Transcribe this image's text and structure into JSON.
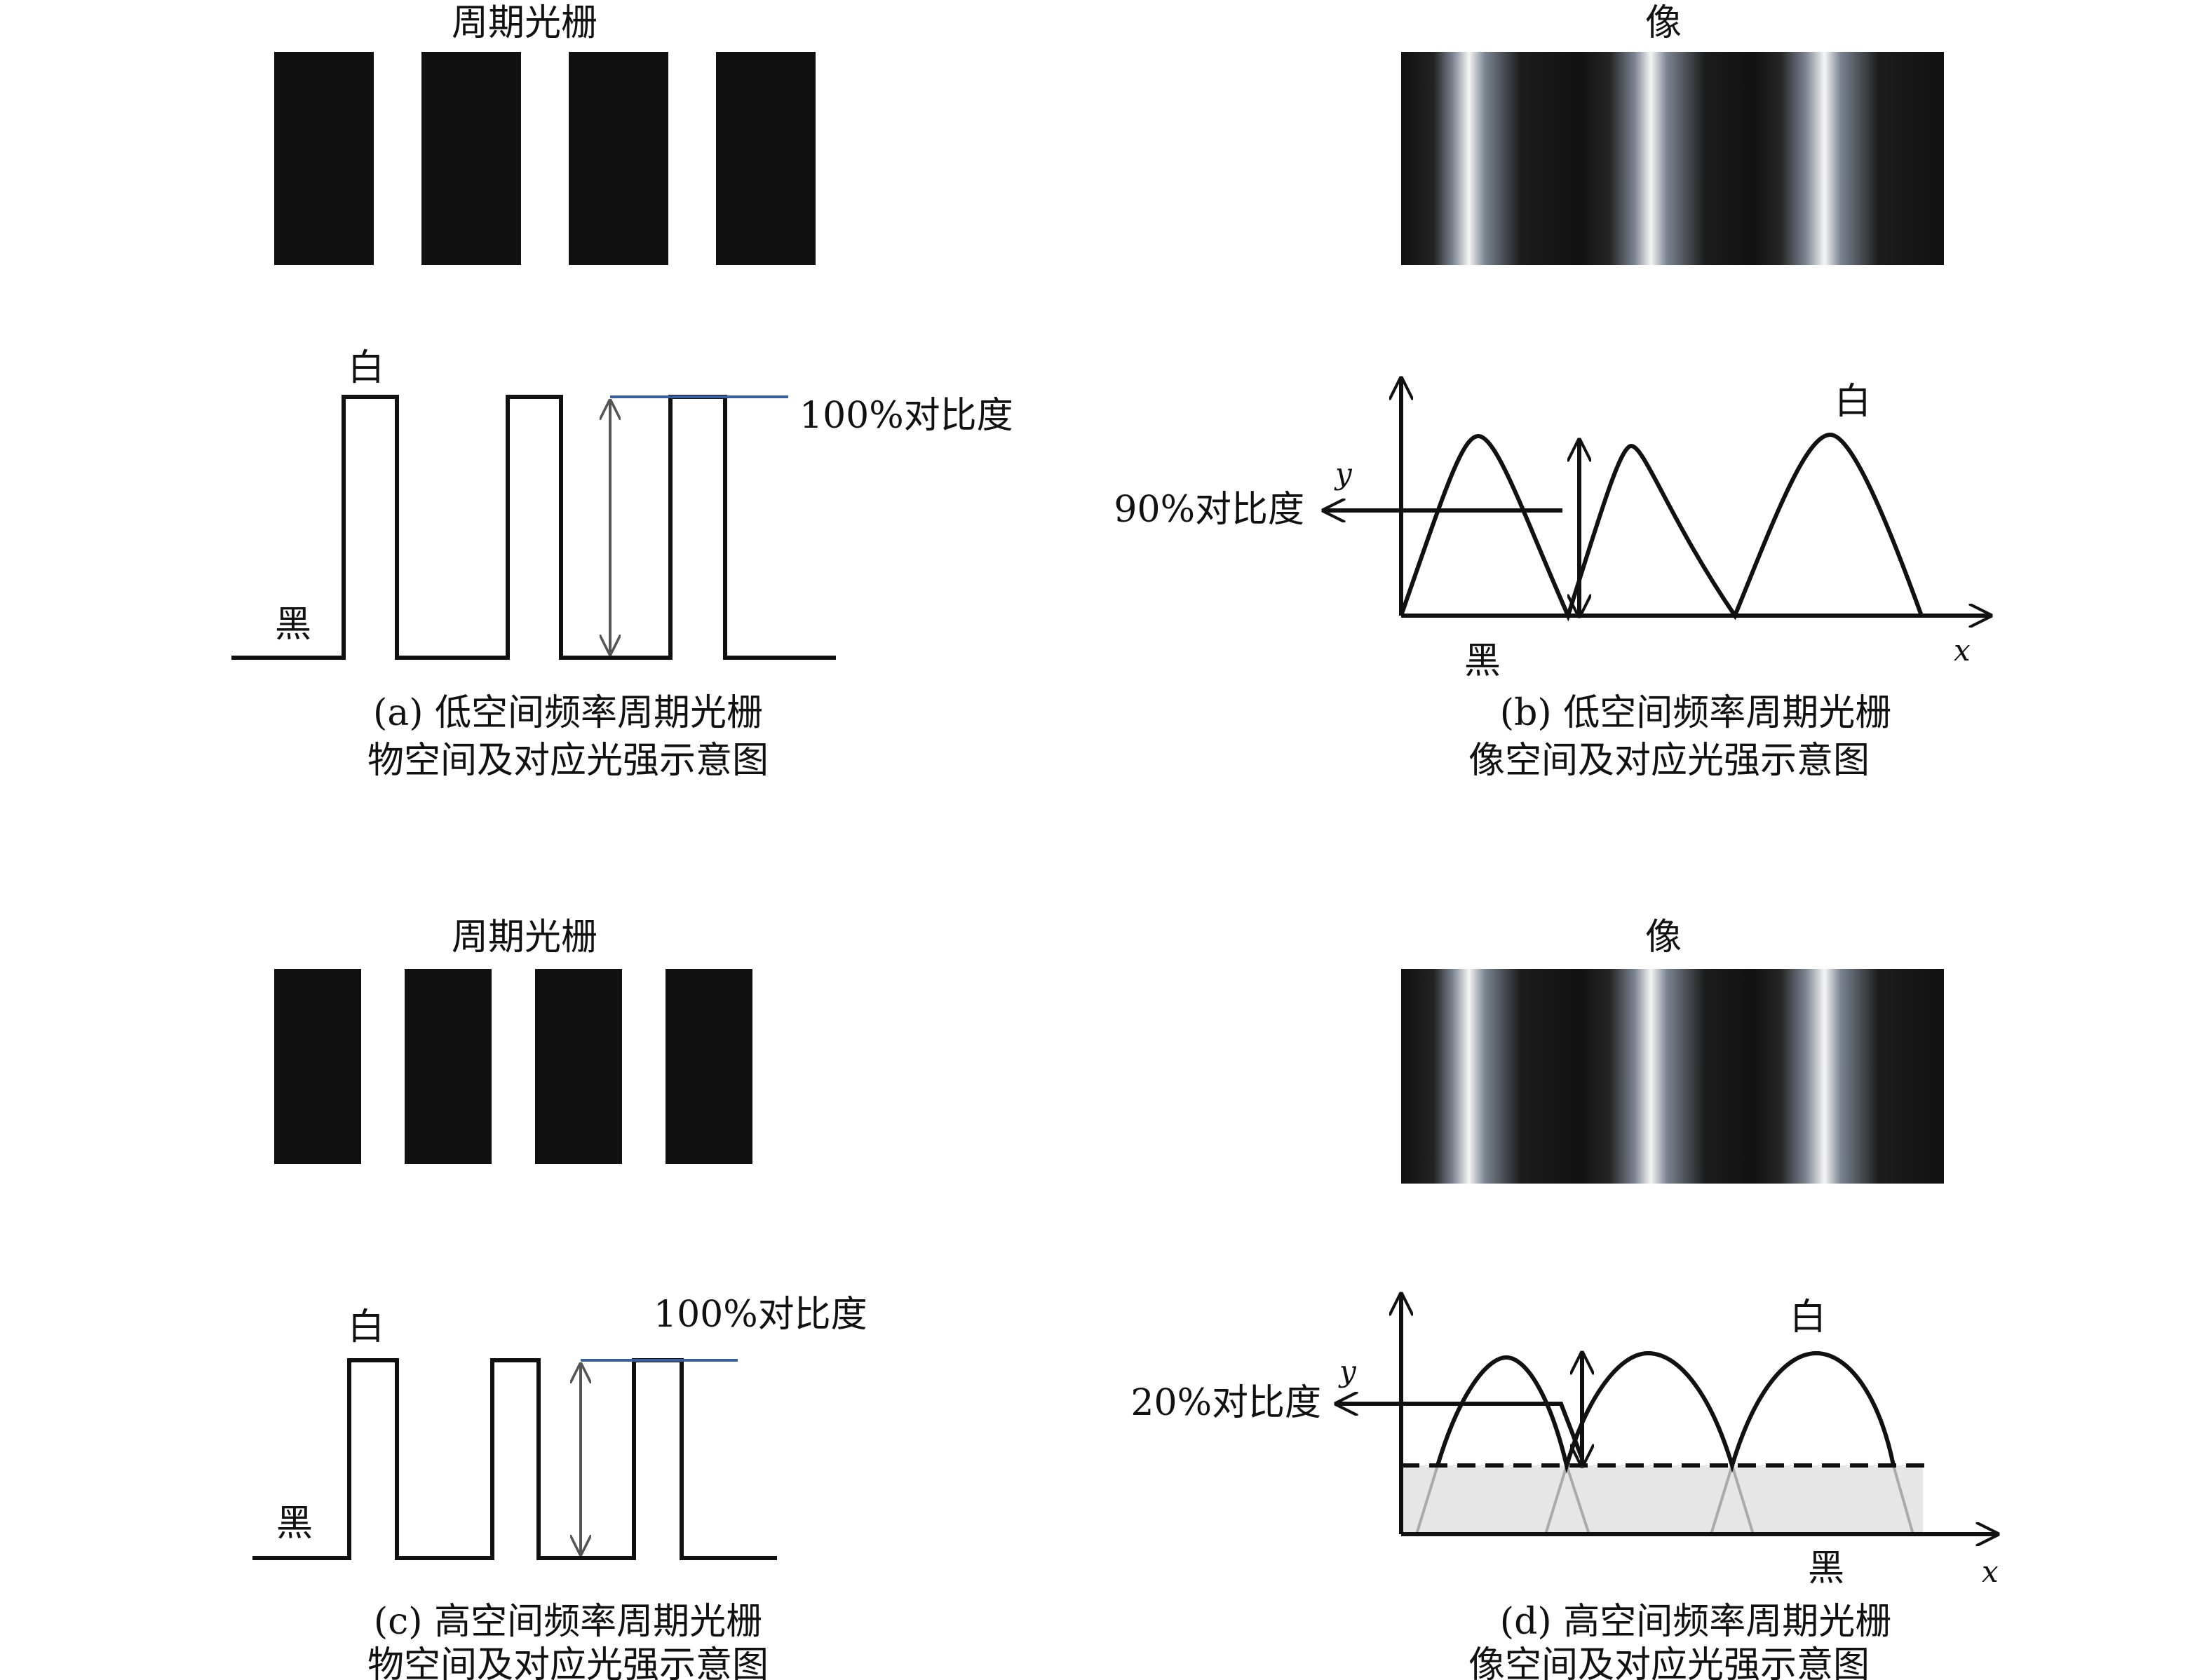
{
  "colors": {
    "bar": "#111111",
    "line": "#111111",
    "arrow_gray": "#555555",
    "top_line_blue": "#3a5f9e",
    "shade": "#e6e6e6",
    "ghost": "#aaaaaa",
    "stripe_light": "#f5f5f5",
    "stripe_mid": "#7a8390"
  },
  "panel_a": {
    "object_title": "周期光栅",
    "white": "白",
    "black": "黑",
    "contrast": "100%对比度",
    "caption_line1": "(a) 低空间频率周期光栅",
    "caption_line2": "物空间及对应光强示意图"
  },
  "panel_b": {
    "image_title": "像",
    "white": "白",
    "black": "黑",
    "y_axis": "y",
    "x_axis": "x",
    "contrast": "90%对比度",
    "caption_line1": "(b) 低空间频率周期光栅",
    "caption_line2": "像空间及对应光强示意图"
  },
  "panel_c": {
    "object_title": "周期光栅",
    "white": "白",
    "black": "黑",
    "contrast": "100%对比度",
    "caption_line1": "(c) 高空间频率周期光栅",
    "caption_line2": "物空间及对应光强示意图"
  },
  "panel_d": {
    "image_title": "像",
    "white": "白",
    "black": "黑",
    "y_axis": "y",
    "x_axis": "x",
    "contrast": "20%对比度",
    "caption_line1": "(d) 高空间频率周期光栅",
    "caption_line2": "像空间及对应光强示意图"
  }
}
